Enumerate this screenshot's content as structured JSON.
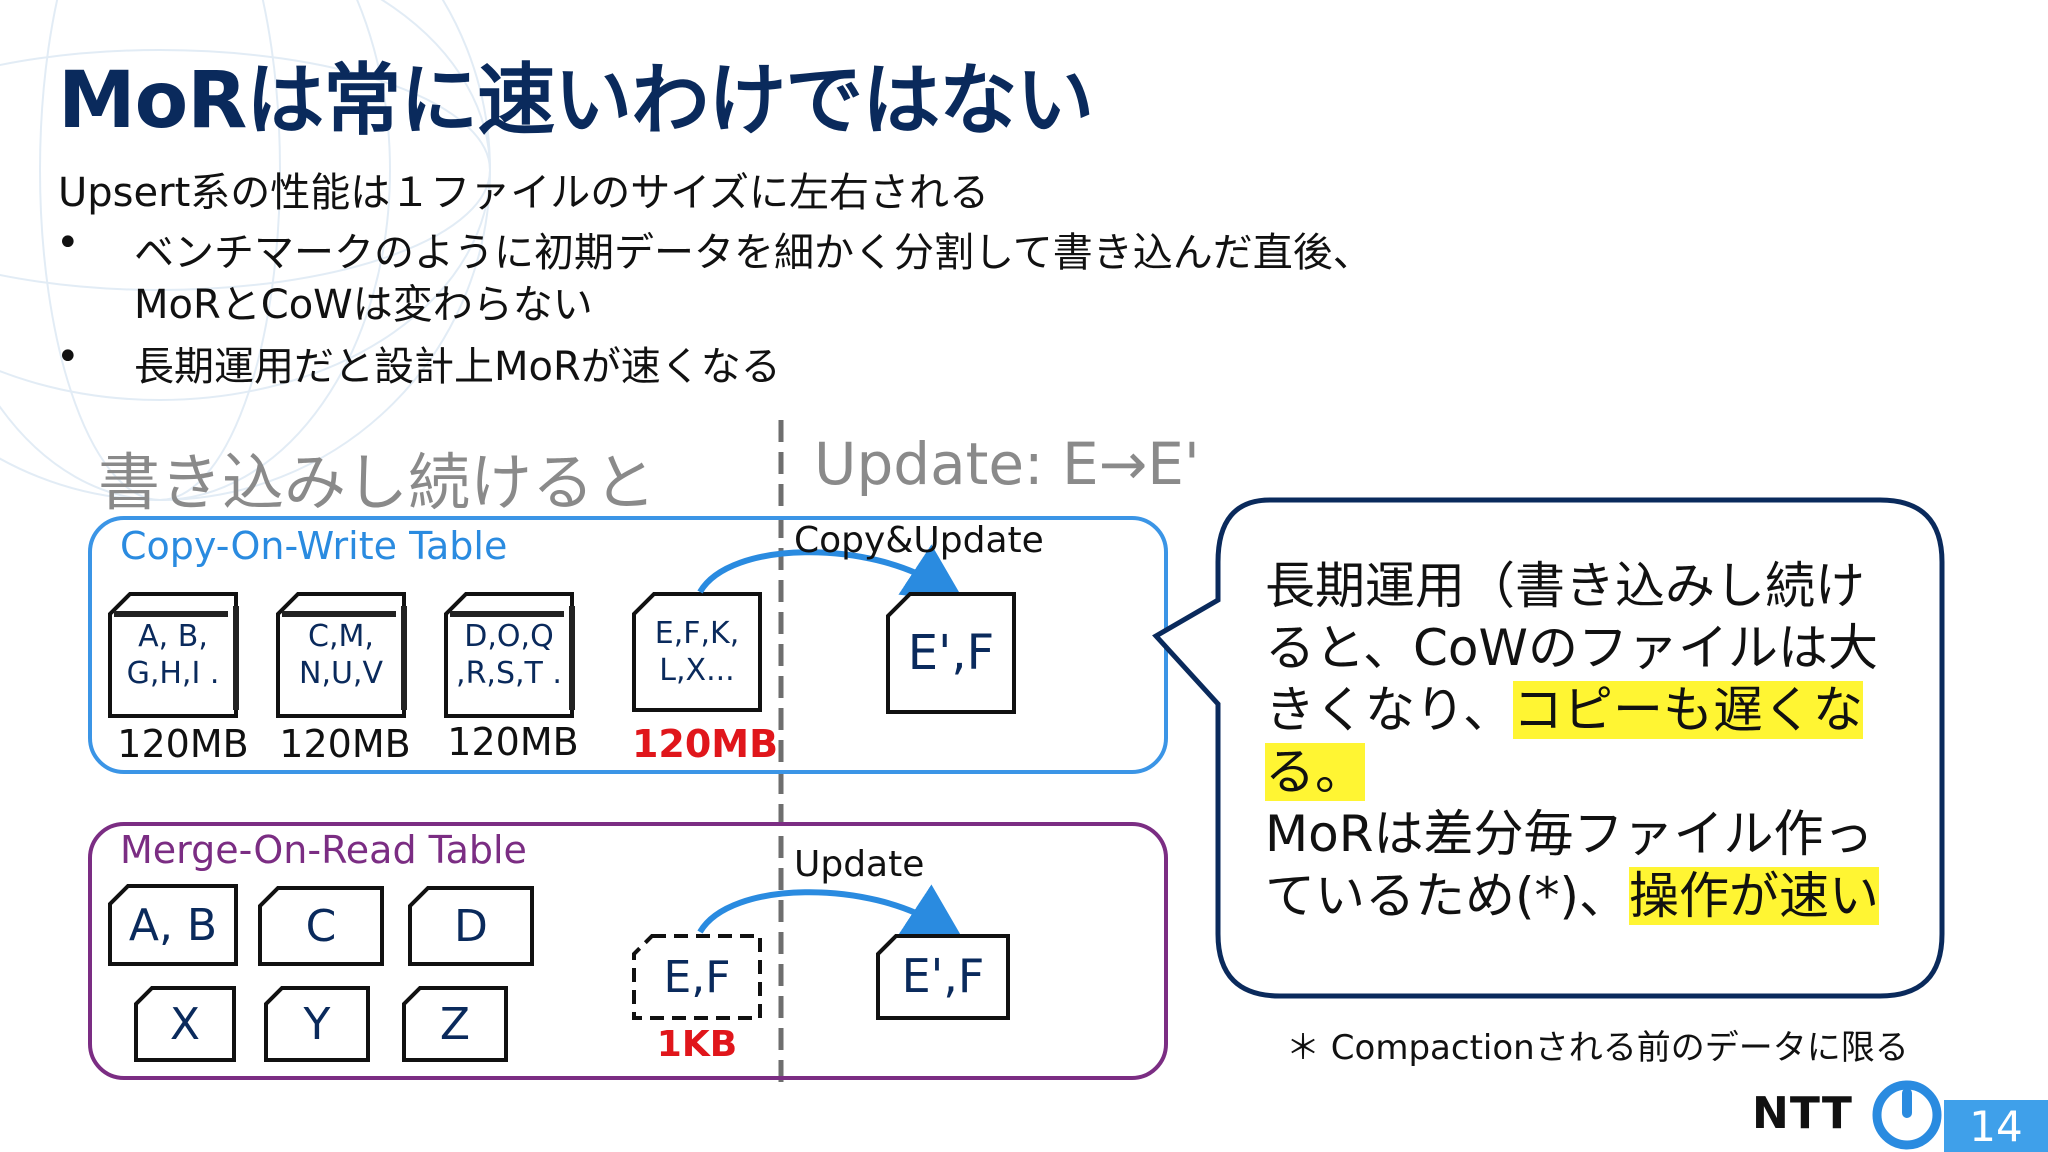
{
  "slide": {
    "title": "MoRは常に速いわけではない",
    "intro": "Upsert系の性能は１ファイルのサイズに左右される",
    "bullets": [
      {
        "marker": "•",
        "lines": [
          "ベンチマークのように初期データを細かく分割して書き込んだ直後、",
          "MoRとCoWは変わらない"
        ]
      },
      {
        "marker": "•",
        "lines": [
          "長期運用だと設計上MoRが速くなる"
        ]
      }
    ],
    "left_heading": "書き込みし続けると",
    "right_heading": "Update: E→E'",
    "page_number": "14",
    "logo_text": "NTT"
  },
  "cow": {
    "label": "Copy-On-Write Table",
    "arrow_label": "Copy&Update",
    "files": [
      {
        "text": "A, B,\nG,H,I .",
        "size": "120MB"
      },
      {
        "text": "C,M,\nN,U,V",
        "size": "120MB"
      },
      {
        "text": "D,O,Q\n,R,S,T .",
        "size": "120MB"
      },
      {
        "text": "E,F,K,\nL,X...",
        "size": "120MB"
      }
    ],
    "result_file": "E',F"
  },
  "mor": {
    "label": "Merge-On-Read Table",
    "arrow_label": "Update",
    "files": [
      "A, B",
      "C",
      "D",
      "X",
      "Y",
      "Z"
    ],
    "delta_file": "E,F",
    "delta_size": "1KB",
    "result_file": "E',F"
  },
  "callout": {
    "line1": "長期運用（書き込みし続けると、CoWのファイルは大きくなり、",
    "hl1": "コピーも遅くなる。",
    "line2": "MoRは差分毎ファイル作っているため(*)、",
    "hl2": "操作が速い"
  },
  "footnote": "＊ Compactionされる前のデータに限る",
  "colors": {
    "title": "#0a2a5c",
    "cow_border": "#3b95e6",
    "mor_border": "#7b2d83",
    "highlight": "#fff533",
    "size_red": "#e0161b",
    "accent_blue": "#3fa0ea"
  }
}
